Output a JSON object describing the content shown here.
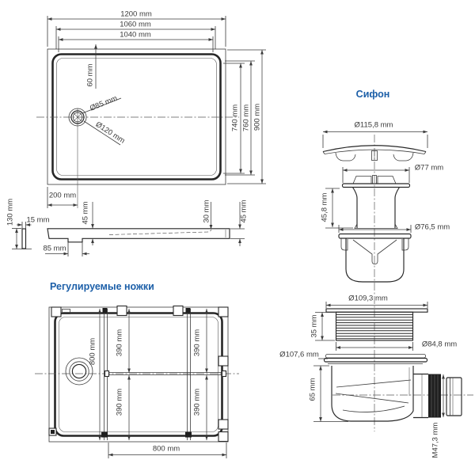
{
  "colors": {
    "accent": "#1c5fa8",
    "line": "#3a3a3a",
    "background": "#ffffff"
  },
  "tray_top_view": {
    "labels": {
      "width_total": "1200 mm",
      "width_basin_outer": "1060 mm",
      "width_basin_inner": "1040 mm",
      "rim_width": "60 mm",
      "drain_hole": "Ø85 mm",
      "drain_flange": "Ø120 mm",
      "depth_basin_inner": "740 mm",
      "depth_basin_outer": "760 mm",
      "depth_total": "900 mm",
      "drain_offset": "200 mm"
    }
  },
  "tray_side_view": {
    "labels": {
      "height_total": "130 mm",
      "leg_profile": "15 mm",
      "edge_height_left": "45 mm",
      "middle_height": "30 mm",
      "edge_height_right": "45 mm",
      "drain_boss_width": "85 mm"
    }
  },
  "legs_view": {
    "title": "Регулируемые ножки",
    "labels": {
      "length_side": "800 mm",
      "rail_offset": "390 mm",
      "width_bottom": "800 mm"
    }
  },
  "siphon_view": {
    "title": "Сифон",
    "labels": {
      "lid_diameter": "Ø115,8 mm",
      "insert_diameter": "Ø77 mm",
      "insert_height": "45,8 mm",
      "cup_diameter": "Ø76,5 mm",
      "ring_flange_diameter": "Ø109,3 mm",
      "ring_height": "35 mm",
      "ring_bottom_diameter": "Ø84,8 mm",
      "body_flange_diameter": "Ø107,6 mm",
      "body_height": "65 mm",
      "outlet_thread": "M47,3 mm"
    }
  }
}
